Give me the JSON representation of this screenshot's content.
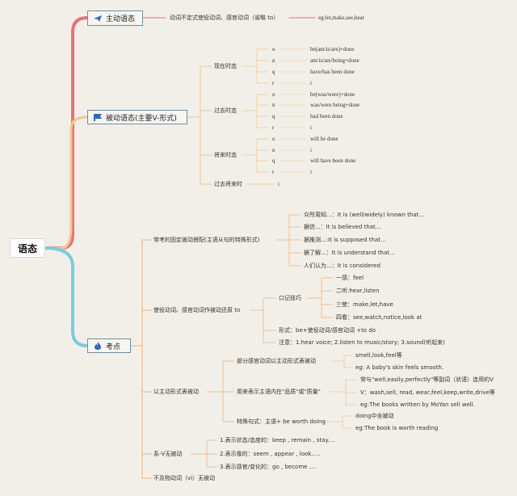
{
  "root": "语态",
  "active": {
    "title": "主动语态",
    "note": "动词不定式使役动词、感官动词（省略 to）",
    "example": "eg:let,make,see,hear"
  },
  "passive": {
    "title": "被动语态(主要V-形式)",
    "present": {
      "label": "现在时态",
      "letters": [
        "o",
        "n",
        "q",
        "r"
      ],
      "forms": [
        "be(am/is/are)+done",
        "am/is/are/being+done",
        "have/has been done",
        "i"
      ]
    },
    "past": {
      "label": "过去时态",
      "letters": [
        "o",
        "n",
        "q",
        "r"
      ],
      "forms": [
        "be(was/were)+done",
        "was/were being+done",
        "had been done",
        "i"
      ]
    },
    "future": {
      "label": "将来时态",
      "letters": [
        "o",
        "n",
        "q",
        "r"
      ],
      "forms": [
        "will be done",
        "i",
        "will have been done",
        "i"
      ]
    },
    "future_past": {
      "label": "过去将来时",
      "form": "i"
    }
  },
  "exam": {
    "title": "考点",
    "fixed": {
      "label": "常考的固定被动搭配(主语从句的特殊形式)",
      "items": [
        "众所周知...：It is (well/widely) known that...",
        "据信...：It is believed that...",
        "据推测...:It is supposed that...",
        "据了解...：It is understand that...",
        "人们认为...：It is considered"
      ]
    },
    "causative": {
      "label": "使役动词、感官动词作被动还原 to",
      "mnemonic": "口记技巧",
      "tips": [
        "一感：feel",
        "二听:hear,listen",
        "三使：make,let,have",
        "四看：see,watch,notice,look at"
      ],
      "form": "形式：be+使役动词/感官动词 +to do",
      "note": "注意：1.hear voice; 2.listen to music/story; 3.sound(听起来)"
    },
    "active_form": {
      "label": "以主动形式表被动",
      "sense": {
        "label": "部分感官动词以主动形式表被动",
        "words": "smell,look,feel等",
        "example": "eg: A baby's skin feels smooth."
      },
      "quality": {
        "label": "用来表示主语内在\"品质\"或\"质量\"",
        "line1": "常与\"well,easily,perfectly\"等副词（状语）连用的V",
        "line2": "V：wash,sell, read, wear,feel,keep,write,drive等",
        "example": "eg:The books written by MoYan sell well."
      },
      "special": {
        "label": "特殊句式：主语+ be worth doing",
        "note": "doing中含被动",
        "example": "eg:The book is worth reading"
      }
    },
    "linking": {
      "label": "系-V无被动",
      "items": [
        "1.表示状态/态度的：keep , remain , stay....",
        "2.表示像的：seem , appear , look.....",
        "3.表示感官/变化的：go , become ...."
      ]
    },
    "intransitive": "不及物动词（vi）无被动"
  },
  "colors": {
    "active": "#e8707a",
    "passive": "#f3c98c",
    "exam": "#7ccbe0",
    "sub": "#f0b27a"
  }
}
